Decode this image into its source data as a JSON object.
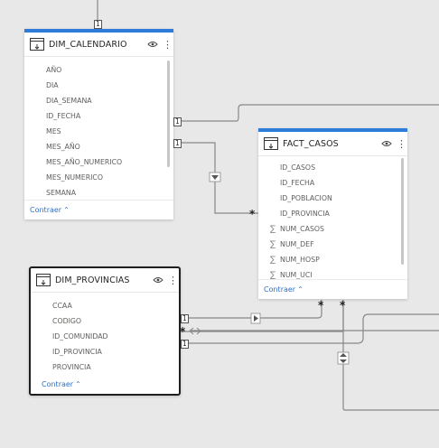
{
  "tables": {
    "dim_calendario": {
      "title": "DIM_CALENDARIO",
      "fields": [
        "AÑO",
        "DIA",
        "DIA_SEMANA",
        "ID_FECHA",
        "MES",
        "MES_AÑO",
        "MES_AÑO_NUMERICO",
        "MES_NUMERICO",
        "SEMANA"
      ],
      "collapse_label": "Contraer"
    },
    "fact_casos": {
      "title": "FACT_CASOS",
      "fields": [
        {
          "label": "ID_CASOS",
          "measure": false
        },
        {
          "label": "ID_FECHA",
          "measure": false
        },
        {
          "label": "ID_POBLACION",
          "measure": false
        },
        {
          "label": "ID_PROVINCIA",
          "measure": false
        },
        {
          "label": "NUM_CASOS",
          "measure": true
        },
        {
          "label": "NUM_DEF",
          "measure": true
        },
        {
          "label": "NUM_HOSP",
          "measure": true
        },
        {
          "label": "NUM_UCI",
          "measure": true
        }
      ],
      "collapse_label": "Contraer"
    },
    "dim_provincias": {
      "title": "DIM_PROVINCIAS",
      "fields": [
        "CCAA",
        "CODIGO",
        "ID_COMUNIDAD",
        "ID_PROVINCIA",
        "PROVINCIA"
      ],
      "collapse_label": "Contraer"
    }
  },
  "cardinality": {
    "one": "1",
    "many": "*"
  },
  "colors": {
    "accent": "#2f7bd8",
    "link": "#2f6fc6",
    "relationship_line": "#8a8886",
    "canvas": "#e8e8e8"
  }
}
